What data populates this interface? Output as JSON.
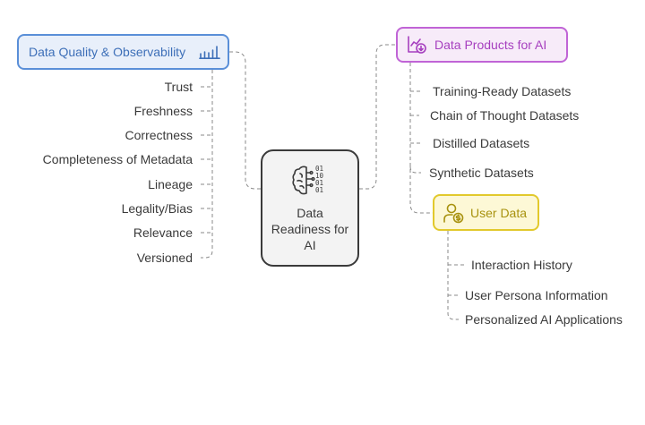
{
  "center": {
    "title": "Data Readiness for AI",
    "icon": "brain-binary-icon"
  },
  "quality": {
    "title": "Data Quality & Observability",
    "icon": "bar-chart-icon",
    "color": "#5a8fd8",
    "items": [
      "Trust",
      "Freshness",
      "Correctness",
      "Completeness of Metadata",
      "Lineage",
      "Legality/Bias",
      "Relevance",
      "Versioned"
    ]
  },
  "products": {
    "title": "Data Products for AI",
    "icon": "chart-download-icon",
    "color": "#c064d6",
    "items": [
      "Training-Ready Datasets",
      "Chain of Thought Datasets",
      "Distilled Datasets",
      "Synthetic Datasets"
    ]
  },
  "user": {
    "title": "User Data",
    "icon": "user-dollar-icon",
    "color": "#e2c92c",
    "items": [
      "Interaction History",
      "User Persona Information",
      "Personalized AI Applications"
    ]
  }
}
